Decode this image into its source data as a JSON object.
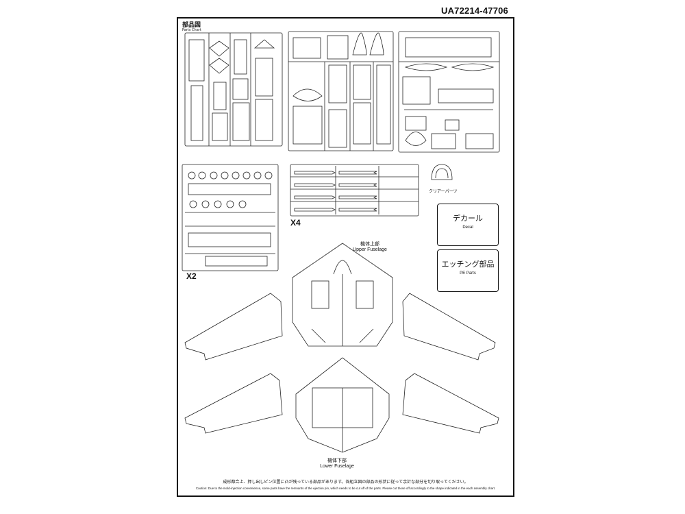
{
  "document_code": "UA72214-47706",
  "parts_chart": {
    "title_ja": "部品図",
    "title_en": "Parts Chart"
  },
  "multipliers": {
    "sprue_x2": "X2",
    "sprue_x4": "X4"
  },
  "clear_parts_label": "クリアーパーツ",
  "decal_box": {
    "title_ja": "デカール",
    "title_en": "Decal"
  },
  "pe_box": {
    "title_ja": "エッチング部品",
    "title_en": "PE Parts"
  },
  "upper_fuselage": {
    "label_ja": "機体上部",
    "label_en": "Upper Fuselage"
  },
  "lower_fuselage": {
    "label_ja": "機体下部",
    "label_en": "Lower Fuselage"
  },
  "caution": {
    "ja": "成形都合上、押し出しピン位置に凸が残っている部品があります。各組立図の部品の形状に従って余計な部分を切り取ってください。",
    "en": "Caution: Due to the mold-injection convenience, some parts have the remnants of the ejection pin, which needs to be cut off of the parts. Please cut those off accordingly to the shape indicated in the each assembly chart."
  }
}
